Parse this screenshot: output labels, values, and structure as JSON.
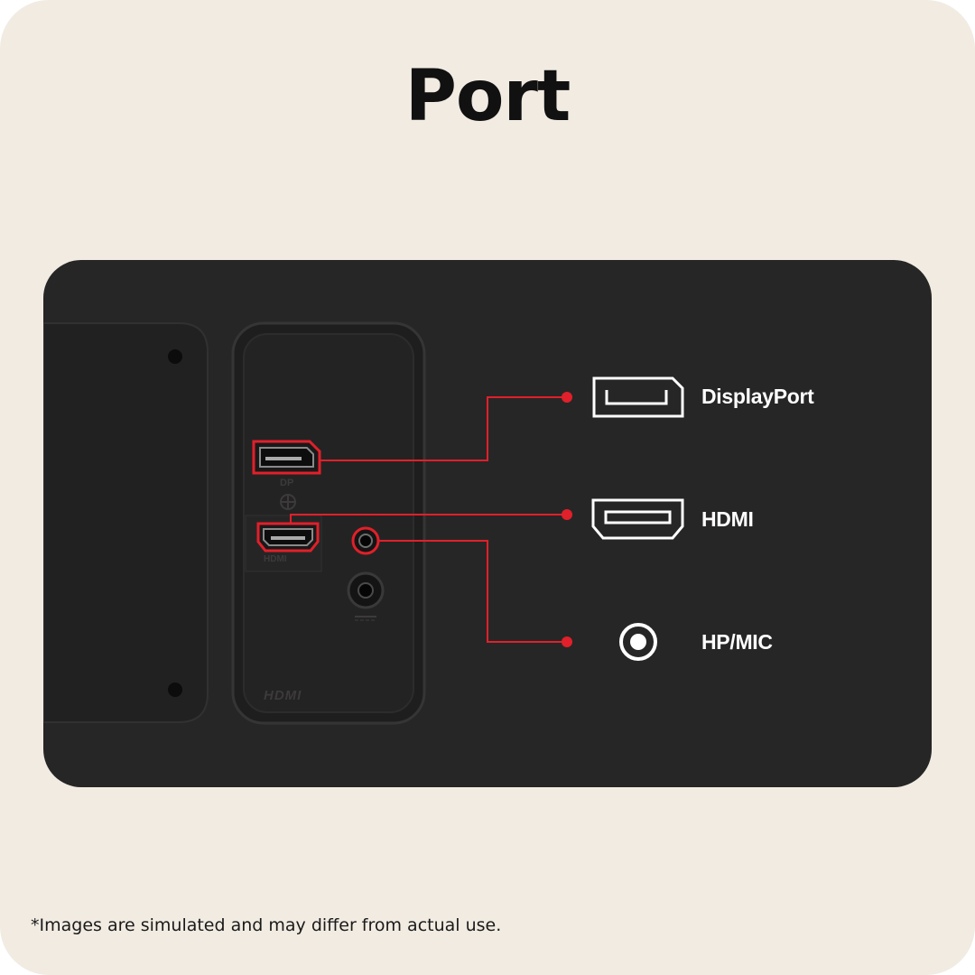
{
  "page": {
    "title": "Port",
    "footnote": "*Images are simulated and may differ from actual use."
  },
  "colors": {
    "background": "#f1ebe2",
    "panel": "#272626",
    "accent": "#e0202a",
    "text": "#111111"
  },
  "panel_markings": {
    "dp": "DP",
    "hdmi": "HDMI",
    "hdmi_logo": "HDMI"
  },
  "ports": [
    {
      "label": "DisplayPort",
      "icon": "displayport-icon"
    },
    {
      "label": "HDMI",
      "icon": "hdmi-icon"
    },
    {
      "label": "HP/MIC",
      "icon": "audio-jack-icon"
    }
  ]
}
